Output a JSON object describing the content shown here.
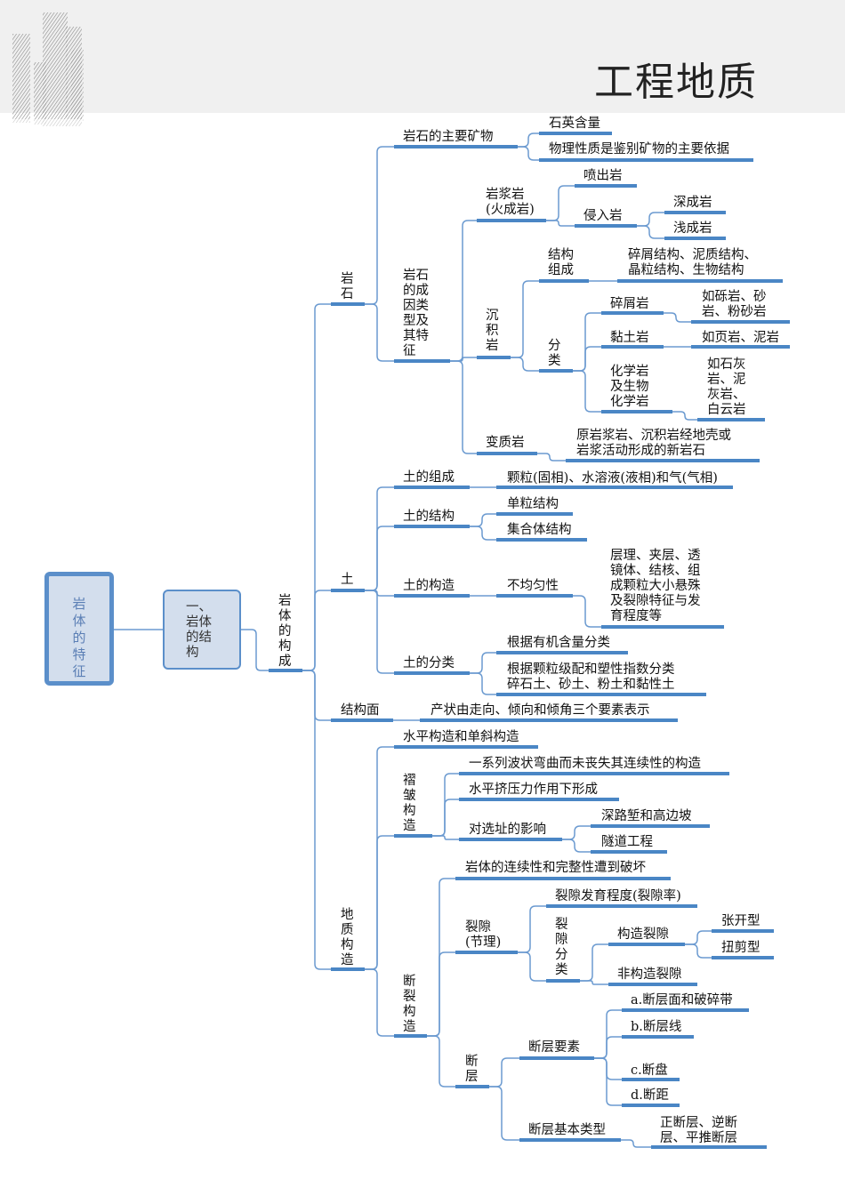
{
  "header": {
    "title": "工程地质",
    "logo": "city-skyline-illustration"
  },
  "colors": {
    "line": "#6b9ad0",
    "underline": "#4a86c5",
    "node_fill": "#d3deed",
    "node_border": "#5b8fca",
    "header_bg": "#f0f0f0"
  },
  "root": {
    "label": "岩\n体\n的\n特\n征"
  },
  "level1": {
    "label": "一、\n岩体\n的结\n构"
  },
  "nodes": {
    "composition": "岩\n体\n的\n构\n成",
    "rock": "岩\n石",
    "rock_minerals": "岩石的主要矿物",
    "quartz": "石英含量",
    "physical": "物理性质是鉴别矿物的主要依据",
    "rock_genesis": "岩石\n的成\n因类\n型及\n其特\n征",
    "igneous": "岩浆岩\n(火成岩)",
    "extrusive": "喷出岩",
    "intrusive": "侵入岩",
    "plutonic": "深成岩",
    "hypabyssal": "浅成岩",
    "sedimentary": "沉\n积\n岩",
    "struct_comp": "结构\n组成",
    "struct_comp_detail": "碎屑结构、泥质结构、\n晶粒结构、生物结构",
    "classify": "分\n类",
    "clastic": "碎屑岩",
    "clastic_ex": "如砾岩、砂\n岩、粉砂岩",
    "clay_rock": "黏土岩",
    "clay_ex": "如页岩、泥岩",
    "chemical": "化学岩\n及生物\n化学岩",
    "chemical_ex": "如石灰\n岩、泥\n灰岩、\n白云岩",
    "metamorphic": "变质岩",
    "metamorphic_desc": "原岩浆岩、沉积岩经地壳或\n岩浆活动形成的新岩石",
    "soil": "土",
    "soil_comp": "土的组成",
    "soil_comp_desc": "颗粒(固相)、水溶液(液相)和气(气相)",
    "soil_struct": "土的结构",
    "single_grain": "单粒结构",
    "aggregate": "集合体结构",
    "soil_constr": "土的构造",
    "heterogeneity": "不均匀性",
    "hetero_desc": "层理、夹层、透\n镜体、结核、组\n成颗粒大小悬殊\n及裂隙特征与发\n育程度等",
    "soil_class": "土的分类",
    "by_organic": "根据有机含量分类",
    "by_grading": "根据颗粒级配和塑性指数分类\n碎石土、砂土、粉土和黏性土",
    "struct_plane": "结构面",
    "attitude": "产状由走向、倾向和倾角三个要素表示",
    "geo_struct": "地\n质\n构\n造",
    "horizontal": "水平构造和单斜构造",
    "fold": "褶\n皱\n构\n造",
    "fold_def": "一系列波状弯曲而未丧失其连续性的构造",
    "fold_force": "水平挤压力作用下形成",
    "site_effect": "对选址的影响",
    "deep_cut": "深路堑和高边坡",
    "tunnel": "隧道工程",
    "fracture": "断\n裂\n构\n造",
    "continuity": "岩体的连续性和完整性遭到破坏",
    "joint": "裂隙\n(节理)",
    "joint_rate": "裂隙发育程度(裂隙率)",
    "joint_class": "裂\n隙\n分\n类",
    "tectonic_joint": "构造裂隙",
    "tension": "张开型",
    "shear": "扭剪型",
    "non_tectonic": "非构造裂隙",
    "fault": "断\n层",
    "fault_elements": "断层要素",
    "fault_a": "a.断层面和破碎带",
    "fault_b": "b.断层线",
    "fault_c": "c.断盘",
    "fault_d": "d.断距",
    "fault_types": "断层基本类型",
    "fault_types_list": "正断层、逆断\n层、平推断层"
  }
}
